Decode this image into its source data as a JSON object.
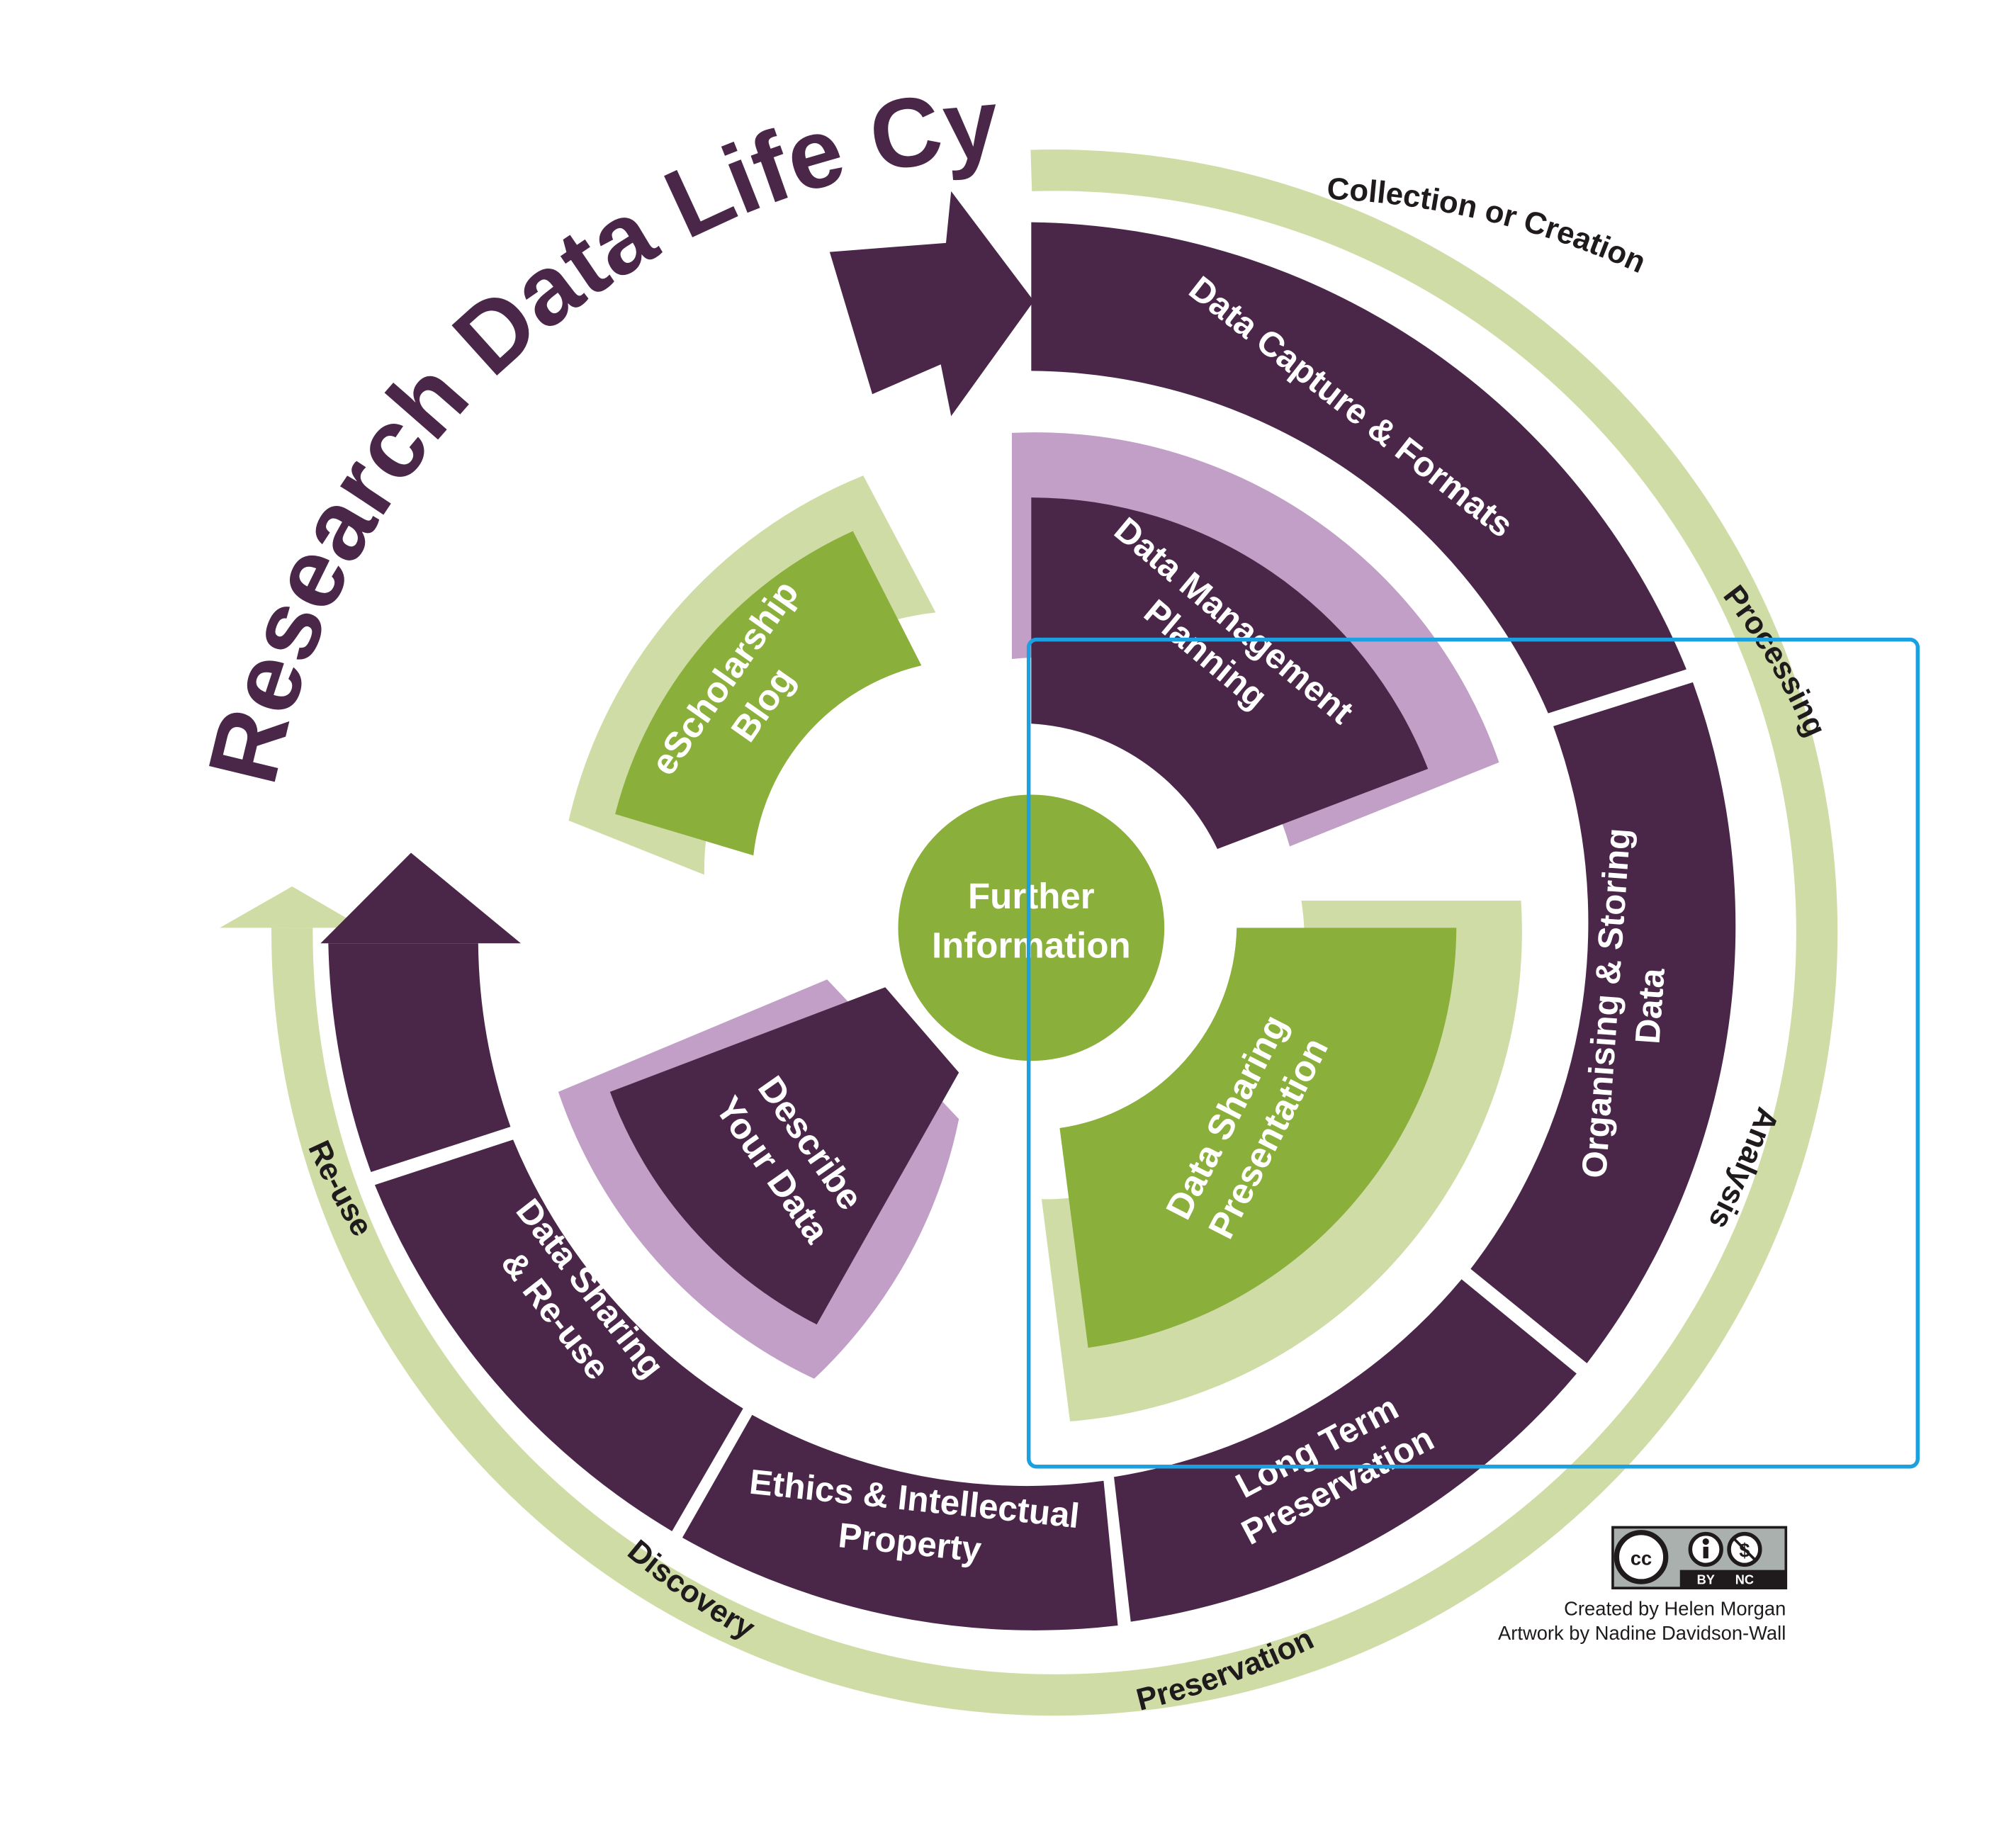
{
  "title": "Research Data Life Cycle",
  "colors": {
    "purple": "#4a2649",
    "green": "#8aaf3a",
    "light_green": "#d0dca6",
    "lilac": "#c19fc7",
    "highlight": "#1ba1e2"
  },
  "outer_ring": {
    "collection": "Collection or Creation",
    "processing": "Processing",
    "analysis": "Analysis",
    "preservation": "Preservation",
    "discovery": "Discovery",
    "reuse": "Re-use"
  },
  "stages": {
    "capture": [
      "Data Capture & Formats"
    ],
    "organising": [
      "Organising & Storing",
      "Data"
    ],
    "long_term": [
      "Long Term",
      "Preservation"
    ],
    "ethics": [
      "Ethics & Intellectual",
      "Property"
    ],
    "sharing_reuse": [
      "Data Sharing",
      "& Re-use"
    ]
  },
  "inner": {
    "dmp": [
      "Data Management",
      "Planning"
    ],
    "sharing_presentation": [
      "Data Sharing",
      "Presentation"
    ],
    "describe": [
      "Describe",
      "Your Data"
    ],
    "blog": [
      "eScholarship",
      "Blog"
    ]
  },
  "center": [
    "Further",
    "Information"
  ],
  "license": {
    "cc": "cc",
    "by": "BY",
    "nc": "NC"
  },
  "credits": {
    "created": "Created by Helen Morgan",
    "artwork": "Artwork by Nadine Davidson-Wall"
  }
}
